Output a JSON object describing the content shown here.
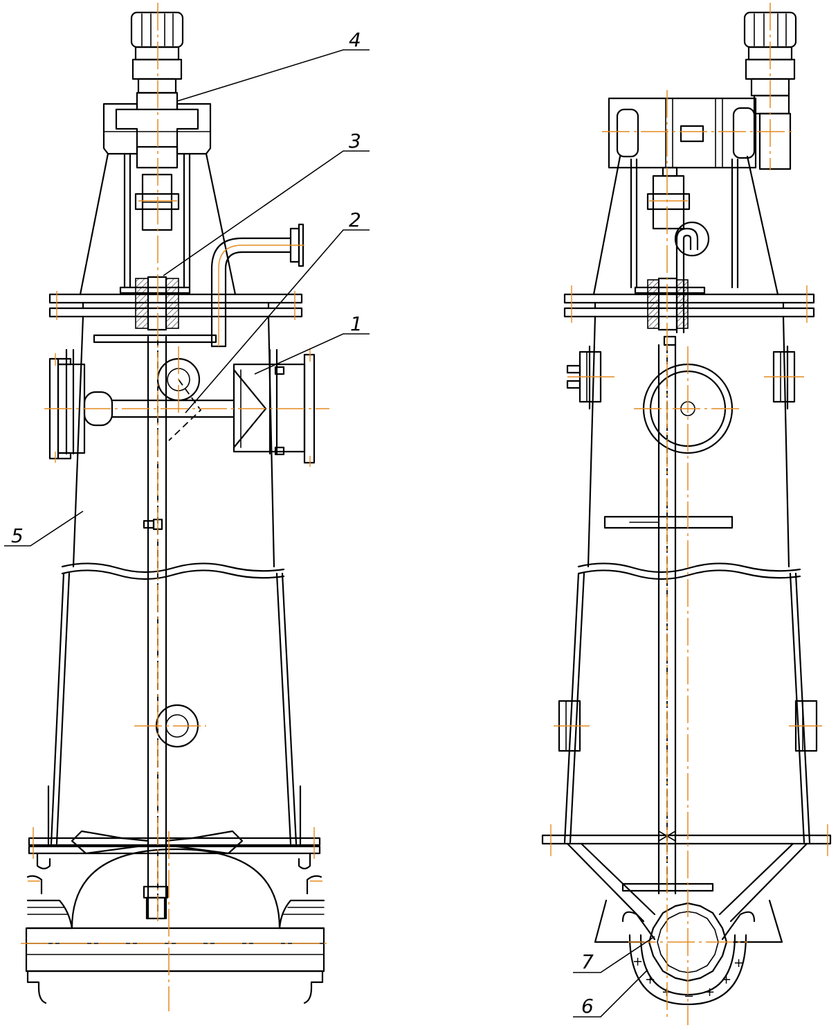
{
  "callouts": {
    "c1": "1",
    "c2": "2",
    "c3": "3",
    "c4": "4",
    "c5": "5",
    "c6": "6",
    "c7": "7"
  },
  "electrode_signs": {
    "plus": "+",
    "minus": "−"
  },
  "colors": {
    "outline": "#000000",
    "centerline": "#e58a1f",
    "background": "#ffffff"
  }
}
